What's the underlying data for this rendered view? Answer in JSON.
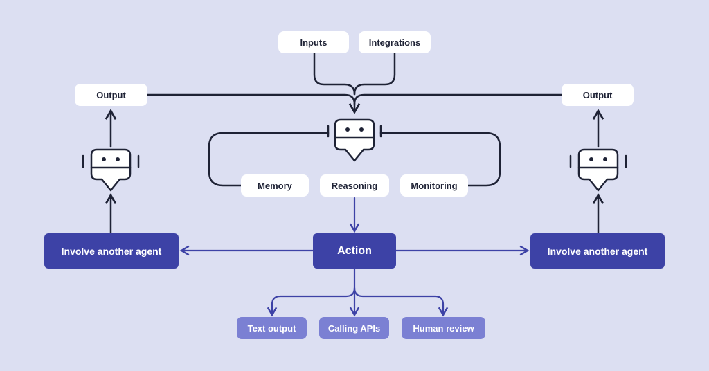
{
  "nodes": {
    "inputs": "Inputs",
    "integrations": "Integrations",
    "output_left": "Output",
    "output_right": "Output",
    "memory": "Memory",
    "reasoning": "Reasoning",
    "monitoring": "Monitoring",
    "action": "Action",
    "involve_left": "Involve another agent",
    "involve_right": "Involve another agent",
    "text_output": "Text output",
    "calling_apis": "Calling APIs",
    "human_review": "Human review"
  },
  "icons": {
    "agent_center": "robot-agent-icon",
    "agent_left": "robot-agent-icon",
    "agent_right": "robot-agent-icon"
  },
  "colors": {
    "background": "#dcdff2",
    "dark_connector": "#1e2235",
    "blue_connector": "#3d42a6",
    "primary_box": "#3d42a6",
    "secondary_box": "#7b80d3",
    "white_box": "#ffffff"
  }
}
